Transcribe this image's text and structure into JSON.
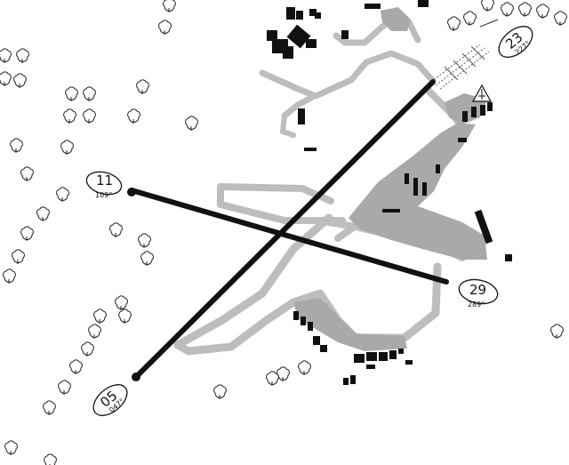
{
  "runway_labels": [
    {
      "id": "11",
      "number": "11",
      "heading": "109°"
    },
    {
      "id": "29",
      "number": "29",
      "heading": "289°"
    },
    {
      "id": "05",
      "number": "05",
      "heading": "047°"
    },
    {
      "id": "23",
      "number": "23",
      "heading": "227°"
    }
  ],
  "colors": {
    "runway": "#111111",
    "taxiway": "#bdbdbd",
    "apron": "#a9a9a9",
    "building": "#111111",
    "background": "#ffffff"
  },
  "icons": [
    "tower-beacon-icon",
    "tree-icon"
  ]
}
